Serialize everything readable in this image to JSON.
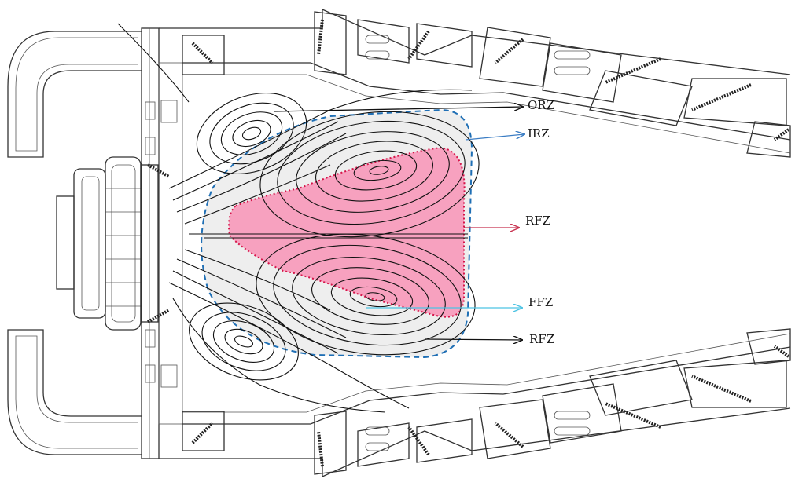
{
  "labels": {
    "orz": "ORZ",
    "irz": "IRZ",
    "rfz_upper": "RFZ",
    "ffz": "FFZ",
    "rfz_lower": "RFZ"
  },
  "colors": {
    "rfz_fill": "#f7a1bf",
    "rfz_border": "#d6154a",
    "irz_fill": "#eeeeee",
    "irz_border": "#1f6fb5",
    "irz_arrow": "#3b7dc4",
    "rfz_arrow": "#c8314f",
    "ffz_arrow": "#4cc3e3",
    "line": "#111111"
  }
}
